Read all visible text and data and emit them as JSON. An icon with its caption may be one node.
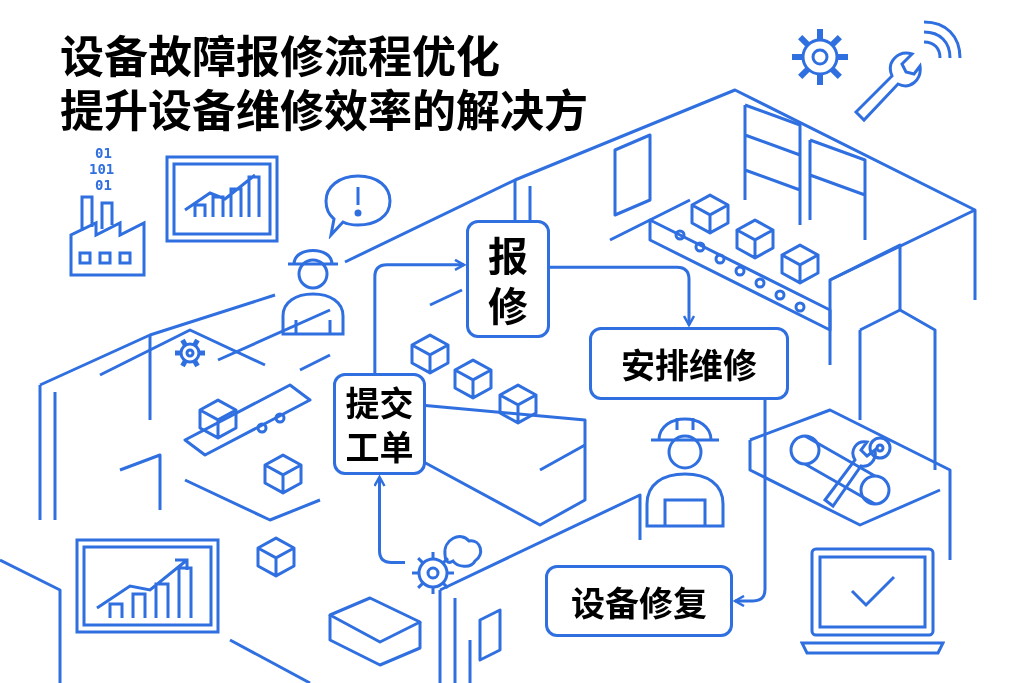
{
  "diagram": {
    "title": "设备故障报修流程优化提升设备维修效率的解决方",
    "nodes": [
      {
        "text": [
          "报修"
        ]
      },
      {
        "text": [
          "提交工单"
        ]
      },
      {
        "text": [
          "安排维修"
        ]
      },
      {
        "text": [
          "设备修复"
        ]
      },
      {
        "text": [],
        "shape": "picture"
      }
    ],
    "edges": [
      {
        "from": 4,
        "to": 1,
        "arrow": "to"
      },
      {
        "from": 1,
        "to": 0,
        "arrow": "to"
      },
      {
        "from": 0,
        "to": 2,
        "arrow": "to"
      },
      {
        "from": 2,
        "to": 3,
        "arrow": "to"
      }
    ],
    "labels": [
      "01",
      "101",
      "01"
    ]
  }
}
